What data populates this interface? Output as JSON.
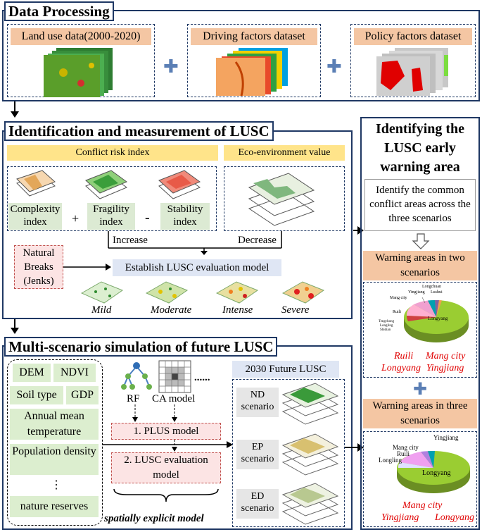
{
  "data_processing": {
    "title": "Data Processing",
    "land_use": "Land use data(2000-2020)",
    "driving": "Driving factors dataset",
    "policy": "Policy factors dataset"
  },
  "identification": {
    "title": "Identification and measurement of LUSC",
    "conflict_risk_index": "Conflict risk index",
    "eco_value": "Eco-environment value",
    "complexity": "Complexity index",
    "fragility": "Fragility index",
    "stability": "Stability index",
    "plus": "+",
    "minus": "-",
    "increase": "Increase",
    "decrease": "Decrease",
    "natural_breaks": "Natural Breaks (Jenks)",
    "establish": "Establish LUSC evaluation model",
    "levels": [
      "Mild",
      "Moderate",
      "Intense",
      "Severe"
    ]
  },
  "multi_scenario": {
    "title": "Multi-scenario simulation of future LUSC",
    "factors": [
      "DEM",
      "NDVI",
      "Soil type",
      "GDP",
      "Annual mean temperature",
      "Population density",
      "⋮",
      "nature reserves"
    ],
    "rf": "RF",
    "ca_model": "CA model",
    "dots": "......",
    "plus_model": "1. PLUS model",
    "lusc_eval": "2. LUSC evaluation model",
    "spatially": "spatially explicit model",
    "future_title": "2030 Future LUSC",
    "scenarios": [
      "ND scenario",
      "EP scenario",
      "ED scenario"
    ]
  },
  "warning": {
    "title": "Identifying the LUSC early warning area",
    "identify_text": "Identify the common conflict areas across the three scenarios",
    "two_title": "Warning areas in two scenarios",
    "two_pie_labels": [
      "Longchuan",
      "Yingjiang",
      "Lushui",
      "Mang city",
      "Ruili",
      "Tengchong",
      "Longling",
      "Shidian",
      "Longyang"
    ],
    "two_red": [
      "Ruili",
      "Mang city",
      "Longyang",
      "Yingjiang"
    ],
    "three_title": "Warning areas in three scenarios",
    "three_pie_labels": [
      "Yingjiang",
      "Mang city",
      "Ruili",
      "Longling",
      "Longyang"
    ],
    "three_red": [
      "Mang city",
      "Yingjiang",
      "Longyang"
    ]
  },
  "colors": {
    "border": "#1f3864",
    "orange": "#f4c6a3",
    "yellow": "#ffe48a",
    "green": "#dceecf",
    "pie_green": "#9acd32",
    "red_text": "#e00000"
  }
}
